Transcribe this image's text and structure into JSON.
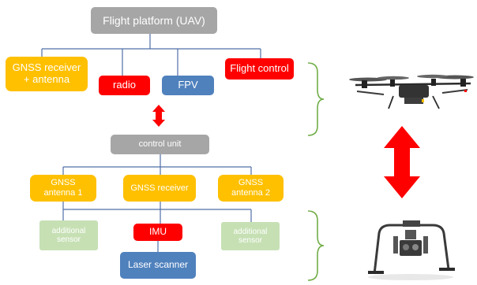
{
  "boxes": {
    "flight_platform": "Flight platform (UAV)",
    "gnss_receiver_antenna": "GNSS receiver + antenna",
    "radio": "radio",
    "fpv": "FPV",
    "flight_control": "Flight control",
    "control_unit": "control unit",
    "gnss_antenna_1": "GNSS antenna 1",
    "gnss_receiver": "GNSS receiver",
    "gnss_antenna_2": "GNSS antenna 2",
    "additional_sensor_left": "additional sensor",
    "imu": "IMU",
    "additional_sensor_right": "additional sensor",
    "laser_scanner": "Laser scanner"
  },
  "colors": {
    "gray": "#a6a6a6",
    "gold": "#ffc000",
    "red": "#ff0000",
    "blue": "#4f81bd",
    "light_green": "#c6e0b4",
    "connector": "#4f6fa8",
    "brace": "#70ad47",
    "arrow": "#ff0000"
  },
  "illustrations": [
    "drone-illustration",
    "sensor-gimbal-illustration"
  ]
}
